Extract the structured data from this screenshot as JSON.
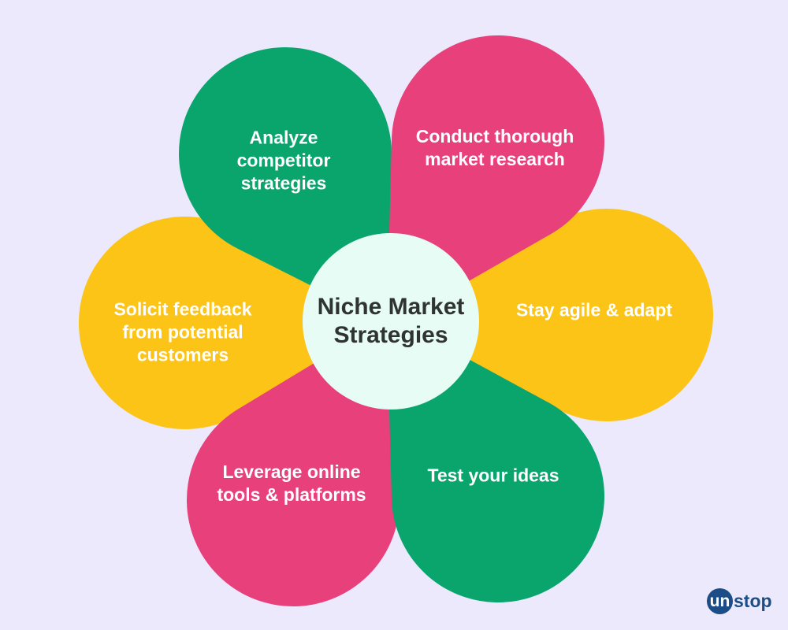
{
  "title": "Niche Market Strategies",
  "petals": [
    {
      "label": "Solicit feedback\nfrom potential\ncustomers",
      "color": "#fbc417"
    },
    {
      "label": "Stay agile & adapt",
      "color": "#fbc417"
    },
    {
      "label": "Analyze\ncompetitor\nstrategies",
      "color": "#0aa56d"
    },
    {
      "label": "Conduct thorough\nmarket research",
      "color": "#e8407a"
    },
    {
      "label": "Leverage online\ntools & platforms",
      "color": "#e8407a"
    },
    {
      "label": "Test your ideas",
      "color": "#0aa56d"
    }
  ],
  "center_color": "#e6fcf5",
  "logo": {
    "mark": "un",
    "rest": "stop"
  }
}
